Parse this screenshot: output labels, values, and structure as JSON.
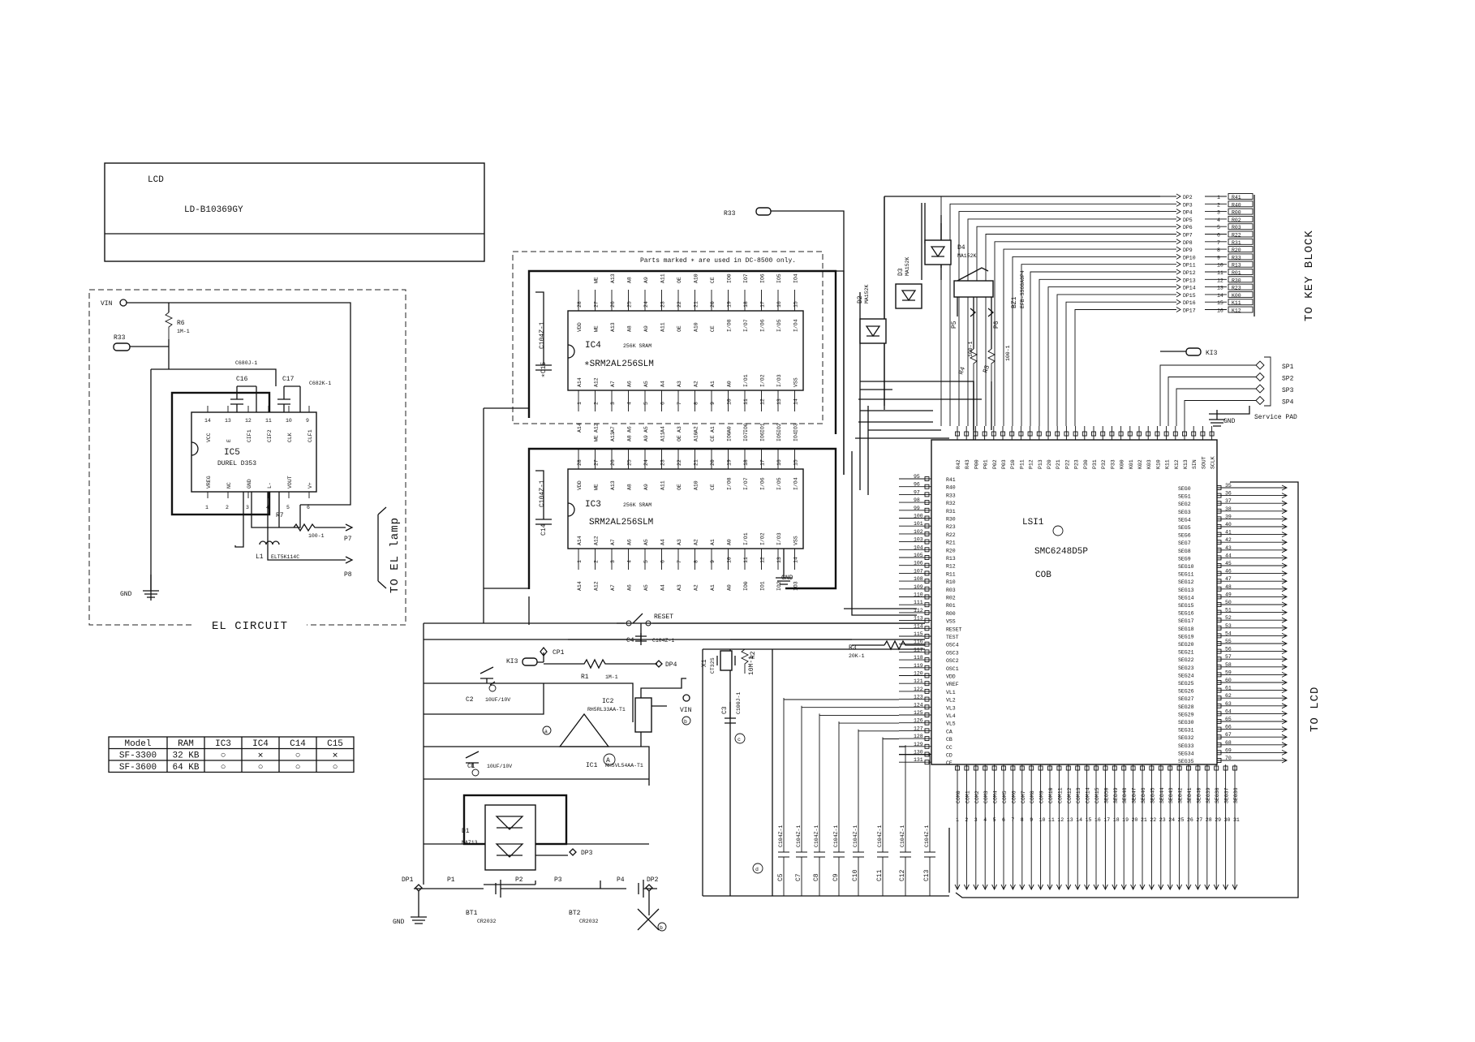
{
  "lcd": {
    "label": "LCD",
    "part": "LD-B10369GY"
  },
  "el_circuit": {
    "title": "EL CIRCUIT",
    "to_label": "TO EL lamp",
    "vin": "VIN",
    "r33": "R33",
    "r6": "R6",
    "r6_val": "1M-1",
    "c_top": "C680J-1",
    "c16": "C16",
    "c17": "C17",
    "c17_val": "C682K-1",
    "ic5": "IC5",
    "ic5_part": "DUREL D353",
    "ic5_top_pins": [
      "VCC",
      "E",
      "CIF1",
      "CIF2",
      "CLK",
      "CLF1"
    ],
    "ic5_bot_pins": [
      "VREG",
      "NC",
      "GND",
      "L-",
      "VOUT",
      "V+"
    ],
    "r7": "R7",
    "r7_val": "100-1",
    "p7": "P7",
    "p8": "P8",
    "l1": "L1",
    "l1_part": "ELT5K114C",
    "gnd": "GND"
  },
  "note": "Parts marked ∗ are used in DC-8500 only.",
  "r33_top": "R33",
  "ic4": {
    "name": "IC4",
    "sram": "256K SRAM",
    "part": "∗SRM2AL256SLM",
    "cap": "C104Z-1",
    "cap_ref": "∗C15"
  },
  "ic3": {
    "name": "IC3",
    "sram": "256K SRAM",
    "part": "SRM2AL256SLM",
    "cap": "C104Z-1",
    "cap_ref": "C14"
  },
  "sram_top_inner": [
    "VDD",
    "WE",
    "A13",
    "A8",
    "A9",
    "A11",
    "OE",
    "A10",
    "CE",
    "I/O8",
    "I/O7",
    "I/O6",
    "I/O5",
    "I/O4"
  ],
  "sram_bot_inner": [
    "A14",
    "A12",
    "A7",
    "A6",
    "A5",
    "A4",
    "A3",
    "A2",
    "A1",
    "A0",
    "I/O1",
    "I/O2",
    "I/O3",
    "VSS"
  ],
  "sram_top_nets": [
    "WE",
    "A13",
    "A8",
    "A9",
    "A11",
    "OE",
    "A10",
    "CE",
    "IO0",
    "IO7",
    "IO6",
    "IO5",
    "IO4"
  ],
  "sram_bot_nets": [
    "A14",
    "A12",
    "A7",
    "A6",
    "A5",
    "A4",
    "A3",
    "A2",
    "A1",
    "A0",
    "IO0",
    "IO1",
    "IO2",
    "IO3"
  ],
  "lsi": {
    "name": "LSI1",
    "part": "SMC6248D5P",
    "pkg": "COB"
  },
  "lsi_left_pins": [
    "R41",
    "R40",
    "R33",
    "R32",
    "R31",
    "R30",
    "R23",
    "R22",
    "R21",
    "R20",
    "R13",
    "R12",
    "R11",
    "R10",
    "R03",
    "R02",
    "R01",
    "R00",
    "VSS",
    "RESET",
    "TEST",
    "OSC4",
    "OSC3",
    "OSC2",
    "OSC1",
    "VDD",
    "VREF",
    "VL1",
    "VL2",
    "VL3",
    "VL4",
    "VL5",
    "CA",
    "CB",
    "CC",
    "CD",
    "CE"
  ],
  "lsi_top_pins": [
    "R42",
    "R43",
    "P00",
    "P01",
    "P02",
    "P03",
    "P10",
    "P11",
    "P12",
    "P13",
    "P20",
    "P21",
    "P22",
    "P23",
    "P30",
    "P31",
    "P32",
    "P33",
    "K00",
    "K01",
    "K02",
    "K03",
    "K10",
    "K11",
    "K12",
    "K13",
    "SIN",
    "SOUT",
    "SCLK"
  ],
  "lsi_right_pins": [
    "SEG0",
    "SEG1",
    "SEG2",
    "SEG3",
    "SEG4",
    "SEG5",
    "SEG6",
    "SEG7",
    "SEG8",
    "SEG9",
    "SEG10",
    "SEG11",
    "SEG12",
    "SEG13",
    "SEG14",
    "SEG15",
    "SEG16",
    "SEG17",
    "SEG18",
    "SEG19",
    "SEG20",
    "SEG21",
    "SEG22",
    "SEG23",
    "SEG24",
    "SEG25",
    "SEG26",
    "SEG27",
    "SEG28",
    "SEG29",
    "SEG30",
    "SEG31",
    "SEG32",
    "SEG33",
    "SEG34",
    "SEG35"
  ],
  "lsi_bottom_pins": [
    "COM0",
    "COM1",
    "COM2",
    "COM3",
    "COM4",
    "COM5",
    "COM6",
    "COM7",
    "COM8",
    "COM9",
    "COM10",
    "COM11",
    "COM12",
    "COM13",
    "COM14",
    "COM15",
    "SEG50",
    "SEG49",
    "SEG48",
    "SEG47",
    "SEG46",
    "SEG45",
    "SEG44",
    "SEG43",
    "SEG42",
    "SEG41",
    "SEG40",
    "SEG39",
    "SEG38",
    "SEG37",
    "SEG36"
  ],
  "to_key_block": "TO KEY BLOCK",
  "to_lcd": "TO LCD",
  "key_rows": [
    {
      "dp": "DP2",
      "k": "R41",
      "n": "1"
    },
    {
      "dp": "DP3",
      "k": "R40",
      "n": "2"
    },
    {
      "dp": "DP4",
      "k": "R00",
      "n": "3"
    },
    {
      "dp": "DP5",
      "k": "R02",
      "n": "4"
    },
    {
      "dp": "DP6",
      "k": "R03",
      "n": "5"
    },
    {
      "dp": "DP7",
      "k": "R22",
      "n": "6"
    },
    {
      "dp": "DP8",
      "k": "R31",
      "n": "7"
    },
    {
      "dp": "DP9",
      "k": "R20",
      "n": "8"
    },
    {
      "dp": "DP10",
      "k": "R33",
      "n": "9"
    },
    {
      "dp": "DP11",
      "k": "R13",
      "n": "10"
    },
    {
      "dp": "DP12",
      "k": "R01",
      "n": "11"
    },
    {
      "dp": "DP13",
      "k": "R30",
      "n": "12"
    },
    {
      "dp": "DP14",
      "k": "R23",
      "n": "13"
    },
    {
      "dp": "DP15",
      "k": "K00",
      "n": "14"
    },
    {
      "dp": "DP16",
      "k": "K11",
      "n": "15"
    },
    {
      "dp": "DP17",
      "k": "K12",
      "n": "16"
    }
  ],
  "service": {
    "ki3": "KI3",
    "pads": [
      "SP1",
      "SP2",
      "SP3",
      "SP4"
    ],
    "label": "Service PAD",
    "gnd": "GND"
  },
  "d2": {
    "name": "D2",
    "part": "MA152K"
  },
  "d3": {
    "name": "D3",
    "part": "MA152K"
  },
  "d4": {
    "name": "D4",
    "part": "MA152K"
  },
  "bz1": {
    "name": "BZ1",
    "part": "EFB-SS60A0P4"
  },
  "p5": "P5",
  "p6": "P6",
  "r4": "R4",
  "r4_val": "100-1",
  "r5": "R5",
  "r5_val": "100-1",
  "reset": "RESET",
  "c4": "C4",
  "c4_val": "C104Z-1",
  "ki3_main": "KI3",
  "cp1": "CP1",
  "r1": "R1",
  "r1_val": "1M-1",
  "dp4": "DP4",
  "c2": "C2",
  "c2_val": "10UF/10V",
  "ic2": "IC2",
  "ic2_part": "RH5RL33AA-T1",
  "vin": "VIN",
  "c1": "C1",
  "c1_val": "10UF/10V",
  "ic1": "IC1",
  "ic1_part": "RH5VL54AA-T1",
  "d1": "D1",
  "d1_part": "MA713",
  "dp3": "DP3",
  "x1": "X1",
  "x1_part": "CT32S",
  "r2": "R2",
  "r2_val": "10M-1",
  "r3": "R3",
  "r3_val": "20K-1",
  "c3": "C3",
  "c3_val": "C100J-1",
  "caps_bottom": [
    {
      "ref": "C5",
      "val": "C104Z-1"
    },
    {
      "ref": "C7",
      "val": "C104Z-1"
    },
    {
      "ref": "C8",
      "val": "C104Z-1"
    },
    {
      "ref": "C9",
      "val": "C104Z-1"
    },
    {
      "ref": "C10",
      "val": "C104Z-1"
    },
    {
      "ref": "C11",
      "val": "C104Z-1"
    },
    {
      "ref": "C12",
      "val": "C104Z-1"
    },
    {
      "ref": "C13",
      "val": "C104Z-1"
    }
  ],
  "battery": {
    "dp1": "DP1",
    "p1": "P1",
    "p2": "P2",
    "p3": "P3",
    "p4": "P4",
    "dp2": "DP2",
    "bt1": "BT1",
    "bt1_part": "CR2032",
    "bt2": "BT2",
    "bt2_part": "CR2032",
    "gnd": "GND"
  },
  "marks": {
    "a": "a",
    "b": "b",
    "c": "c",
    "d": "d",
    "e": "e",
    "A": "A"
  },
  "model_table": {
    "headers": [
      "Model",
      "RAM",
      "IC3",
      "IC4",
      "C14",
      "C15"
    ],
    "rows": [
      [
        "SF-3300",
        "32 KB",
        "○",
        "✕",
        "○",
        "✕"
      ],
      [
        "SF-3600",
        "64 KB",
        "○",
        "○",
        "○",
        "○"
      ]
    ]
  }
}
